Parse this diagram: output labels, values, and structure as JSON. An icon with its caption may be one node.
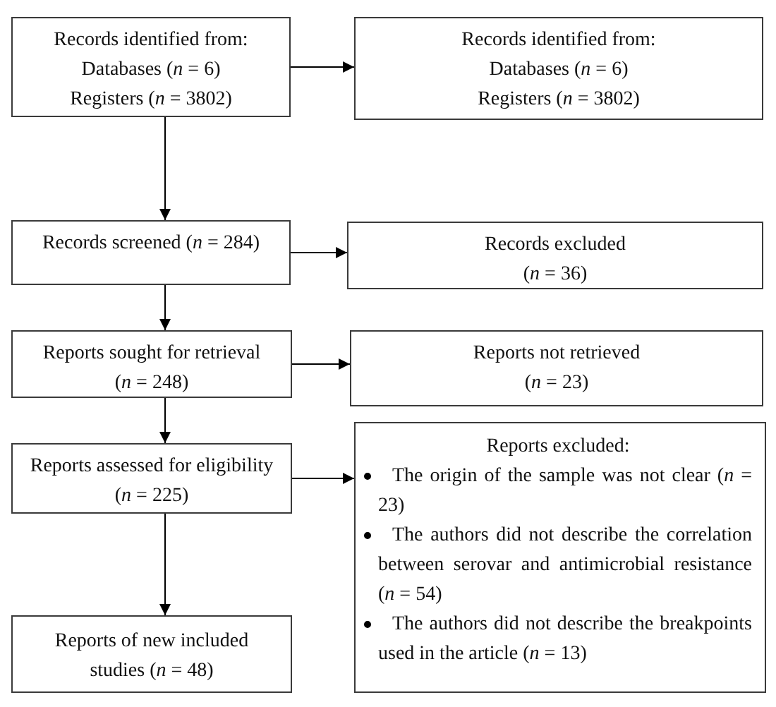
{
  "diagram": {
    "nodes": [
      {
        "text": [
          "Records identified from:",
          "Databases (*n* = 6)",
          "Registers (*n* = 3802)"
        ]
      },
      {
        "text": [
          "Records identified from:",
          "Databases (*n* = 6)",
          "Registers (*n* = 3802)"
        ]
      },
      {
        "text": [
          "Records screened (*n* = 284)"
        ]
      },
      {
        "text": [
          "Records excluded",
          "(*n* = 36)"
        ]
      },
      {
        "text": [
          "Reports sought for retrieval",
          "(*n* = 248)"
        ]
      },
      {
        "text": [
          "Reports not retrieved",
          "(*n* = 23)"
        ]
      },
      {
        "text": [
          "Reports assessed for eligibility",
          "(*n* = 225)"
        ]
      },
      {
        "text": [
          "Reports excluded:",
          "The origin of the sample was not clear (*n* = 23)",
          "The authors did not describe the correlation between serovar and antimicrobial resistance (*n* = 54)",
          "The authors did not describe the breakpoints used in the article (*n* = 13)"
        ]
      },
      {
        "text": [
          "Reports of new included studies (*n* = 48)"
        ]
      }
    ],
    "edges": [
      {
        "from": 0,
        "to": 1,
        "arrow": "to"
      },
      {
        "from": 0,
        "to": 2,
        "arrow": "to"
      },
      {
        "from": 2,
        "to": 3,
        "arrow": "to"
      },
      {
        "from": 2,
        "to": 4,
        "arrow": "to"
      },
      {
        "from": 4,
        "to": 5,
        "arrow": "to"
      },
      {
        "from": 4,
        "to": 6,
        "arrow": "to"
      },
      {
        "from": 6,
        "to": 7,
        "arrow": "to"
      },
      {
        "from": 6,
        "to": 8,
        "arrow": "to"
      }
    ]
  }
}
